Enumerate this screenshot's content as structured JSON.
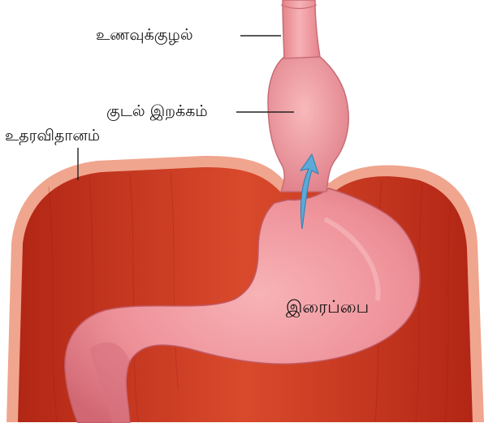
{
  "labels": {
    "esophagus": "உணவுக்குழல்",
    "hernia": "குடல் இறக்கம்",
    "diaphragm": "உதரவிதானம்",
    "stomach": "இரைப்பை"
  },
  "colors": {
    "muscle": "#c0301f",
    "diaphragm_edge": "#f0a58e",
    "stomach": "#f1959c",
    "stomach_shadow": "#d36b74",
    "esophagus": "#f3a3a8",
    "arrow": "#5aa9d6",
    "leader_line": "#222222"
  }
}
